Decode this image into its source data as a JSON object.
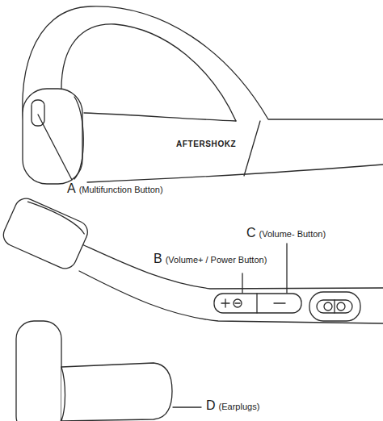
{
  "diagram": {
    "labels": [
      "AFTERSHOKZ",
      "A",
      "(Multifunction Button)",
      "C",
      "(Volume- Button)",
      "B",
      "(Volume+ / Power Button)",
      "D",
      "(Earplugs)"
    ]
  }
}
